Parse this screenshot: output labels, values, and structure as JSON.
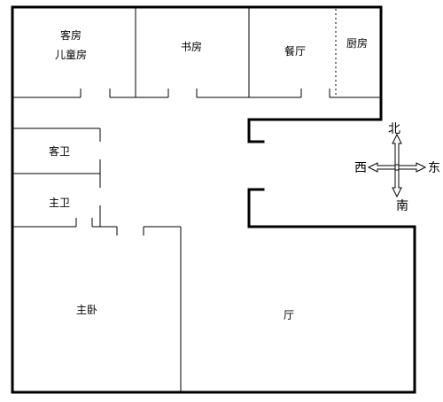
{
  "rooms": {
    "guest_room": "客房",
    "children_room": "儿童房",
    "study": "书房",
    "dining": "餐厅",
    "kitchen": "厨房",
    "guest_bath": "客卫",
    "master_bath": "主卫",
    "master_bedroom": "主卧",
    "living_room": "厅"
  },
  "compass": {
    "north": "北",
    "south": "南",
    "east": "东",
    "west": "西"
  }
}
